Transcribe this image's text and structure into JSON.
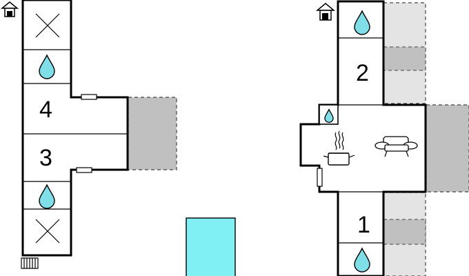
{
  "rooms": {
    "left_upper": {
      "number": "4"
    },
    "left_lower": {
      "number": "3"
    },
    "right_upper": {
      "number": "2"
    },
    "right_lower": {
      "number": "1"
    }
  },
  "icons": {
    "house": "house-icon",
    "water": "water-drop-icon",
    "cross": "x-mark-icon",
    "radiator": "radiator-icon",
    "cooking": "cooking-pot-icon",
    "sofa": "sofa-icon",
    "window": "window-icon"
  },
  "colors": {
    "wall": "#000000",
    "water_drop": "#7fdfe8",
    "pool": "#80f0f4",
    "terrace_dark": "#c0c0c0",
    "terrace_light": "#e4e4e4",
    "dashed_outline": "#444444"
  }
}
